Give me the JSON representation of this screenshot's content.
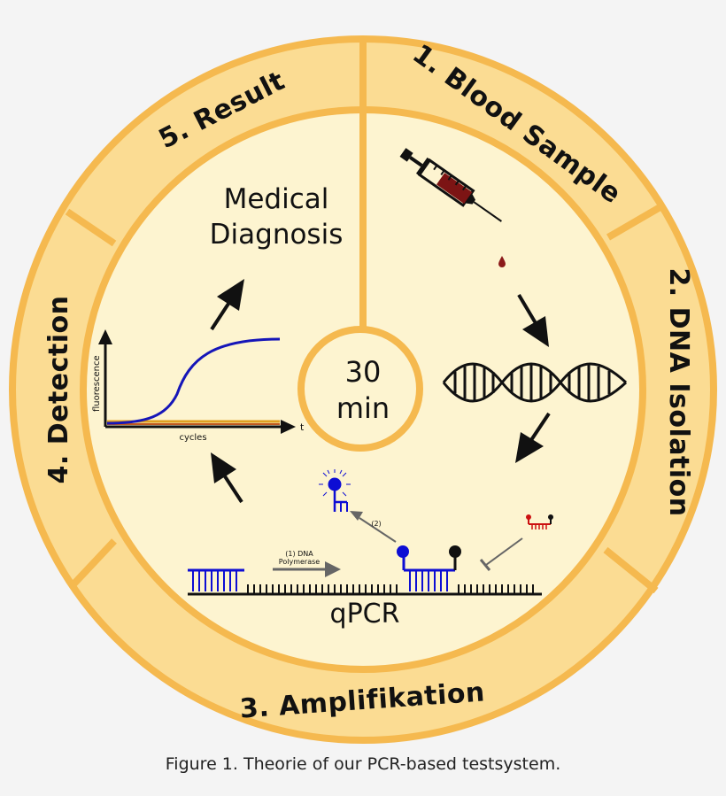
{
  "steps": [
    {
      "label": "1. Blood Sample"
    },
    {
      "label": "2. DNA Isolation"
    },
    {
      "label": "3. Amplifikation"
    },
    {
      "label": "4. Detection"
    },
    {
      "label": "5. Result"
    }
  ],
  "center": {
    "time_value": "30",
    "time_unit": "min"
  },
  "result": {
    "line1": "Medical",
    "line2": "Diagnosis"
  },
  "plot": {
    "y_label": "fluorescence",
    "x_label": "cycles",
    "x_axis_symbol": "t"
  },
  "qpcr": {
    "title": "qPCR",
    "step1_line1": "(1) DNA",
    "step1_line2": "Polymerase",
    "step2": "(2)"
  },
  "caption": "Figure 1. Theorie of our  PCR-based testsystem.",
  "colors": {
    "ring": "#fbdc93",
    "ring_stroke": "#f5b94f",
    "inner": "#fdf4d0",
    "background": "#f4f4f4",
    "probe_blue": "#0d0dd4",
    "probe_red": "#cc1111",
    "syringe_blood": "#7c1414",
    "curve_blue": "#1515b8",
    "arrow_gray": "#666666"
  }
}
